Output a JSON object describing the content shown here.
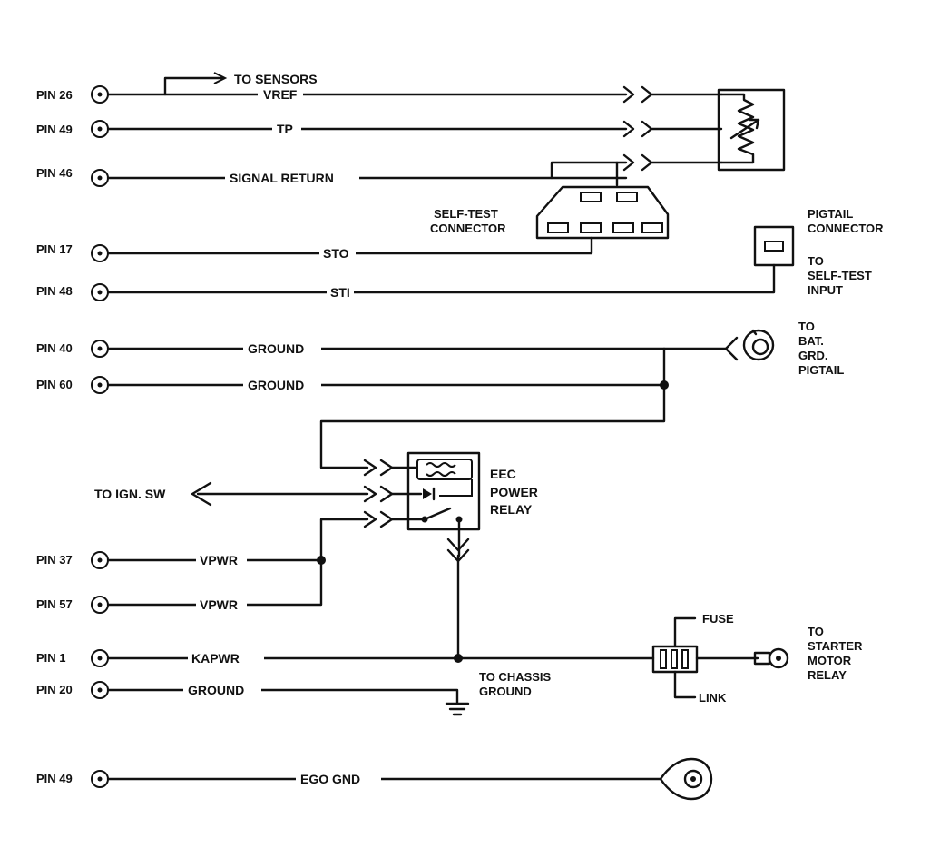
{
  "pins": [
    {
      "label": "PIN 26",
      "signal": "VREF"
    },
    {
      "label": "PIN 49",
      "signal": "TP"
    },
    {
      "label": "PIN 46",
      "signal": "SIGNAL  RETURN"
    },
    {
      "label": "PIN 17",
      "signal": "STO"
    },
    {
      "label": "PIN 48",
      "signal": "STI"
    },
    {
      "label": "PIN 40",
      "signal": "GROUND"
    },
    {
      "label": "PIN 60",
      "signal": "GROUND"
    },
    {
      "label": "PIN 37",
      "signal": "VPWR"
    },
    {
      "label": "PIN 57",
      "signal": "VPWR"
    },
    {
      "label": "PIN 1",
      "signal": "KAPWR"
    },
    {
      "label": "PIN 20",
      "signal": "GROUND"
    },
    {
      "label": "PIN 49",
      "signal": "EGO GND"
    }
  ],
  "labels": {
    "to_sensors": "TO SENSORS",
    "self_test_connector": [
      "SELF-TEST",
      "CONNECTOR"
    ],
    "pigtail_connector": [
      "PIGTAIL",
      "CONNECTOR"
    ],
    "to_self_test_input": [
      "TO",
      "SELF-TEST",
      "INPUT"
    ],
    "to_bat_grd_pigtail": [
      "TO",
      "BAT.",
      "GRD.",
      "PIGTAIL"
    ],
    "to_ign_sw": "TO IGN. SW",
    "eec_power_relay": [
      "EEC",
      "POWER",
      "RELAY"
    ],
    "to_chassis_ground": [
      "TO CHASSIS",
      "GROUND"
    ],
    "fuse": "FUSE",
    "link": "LINK",
    "to_starter_motor_relay": [
      "TO",
      "STARTER",
      "MOTOR",
      "RELAY"
    ]
  }
}
